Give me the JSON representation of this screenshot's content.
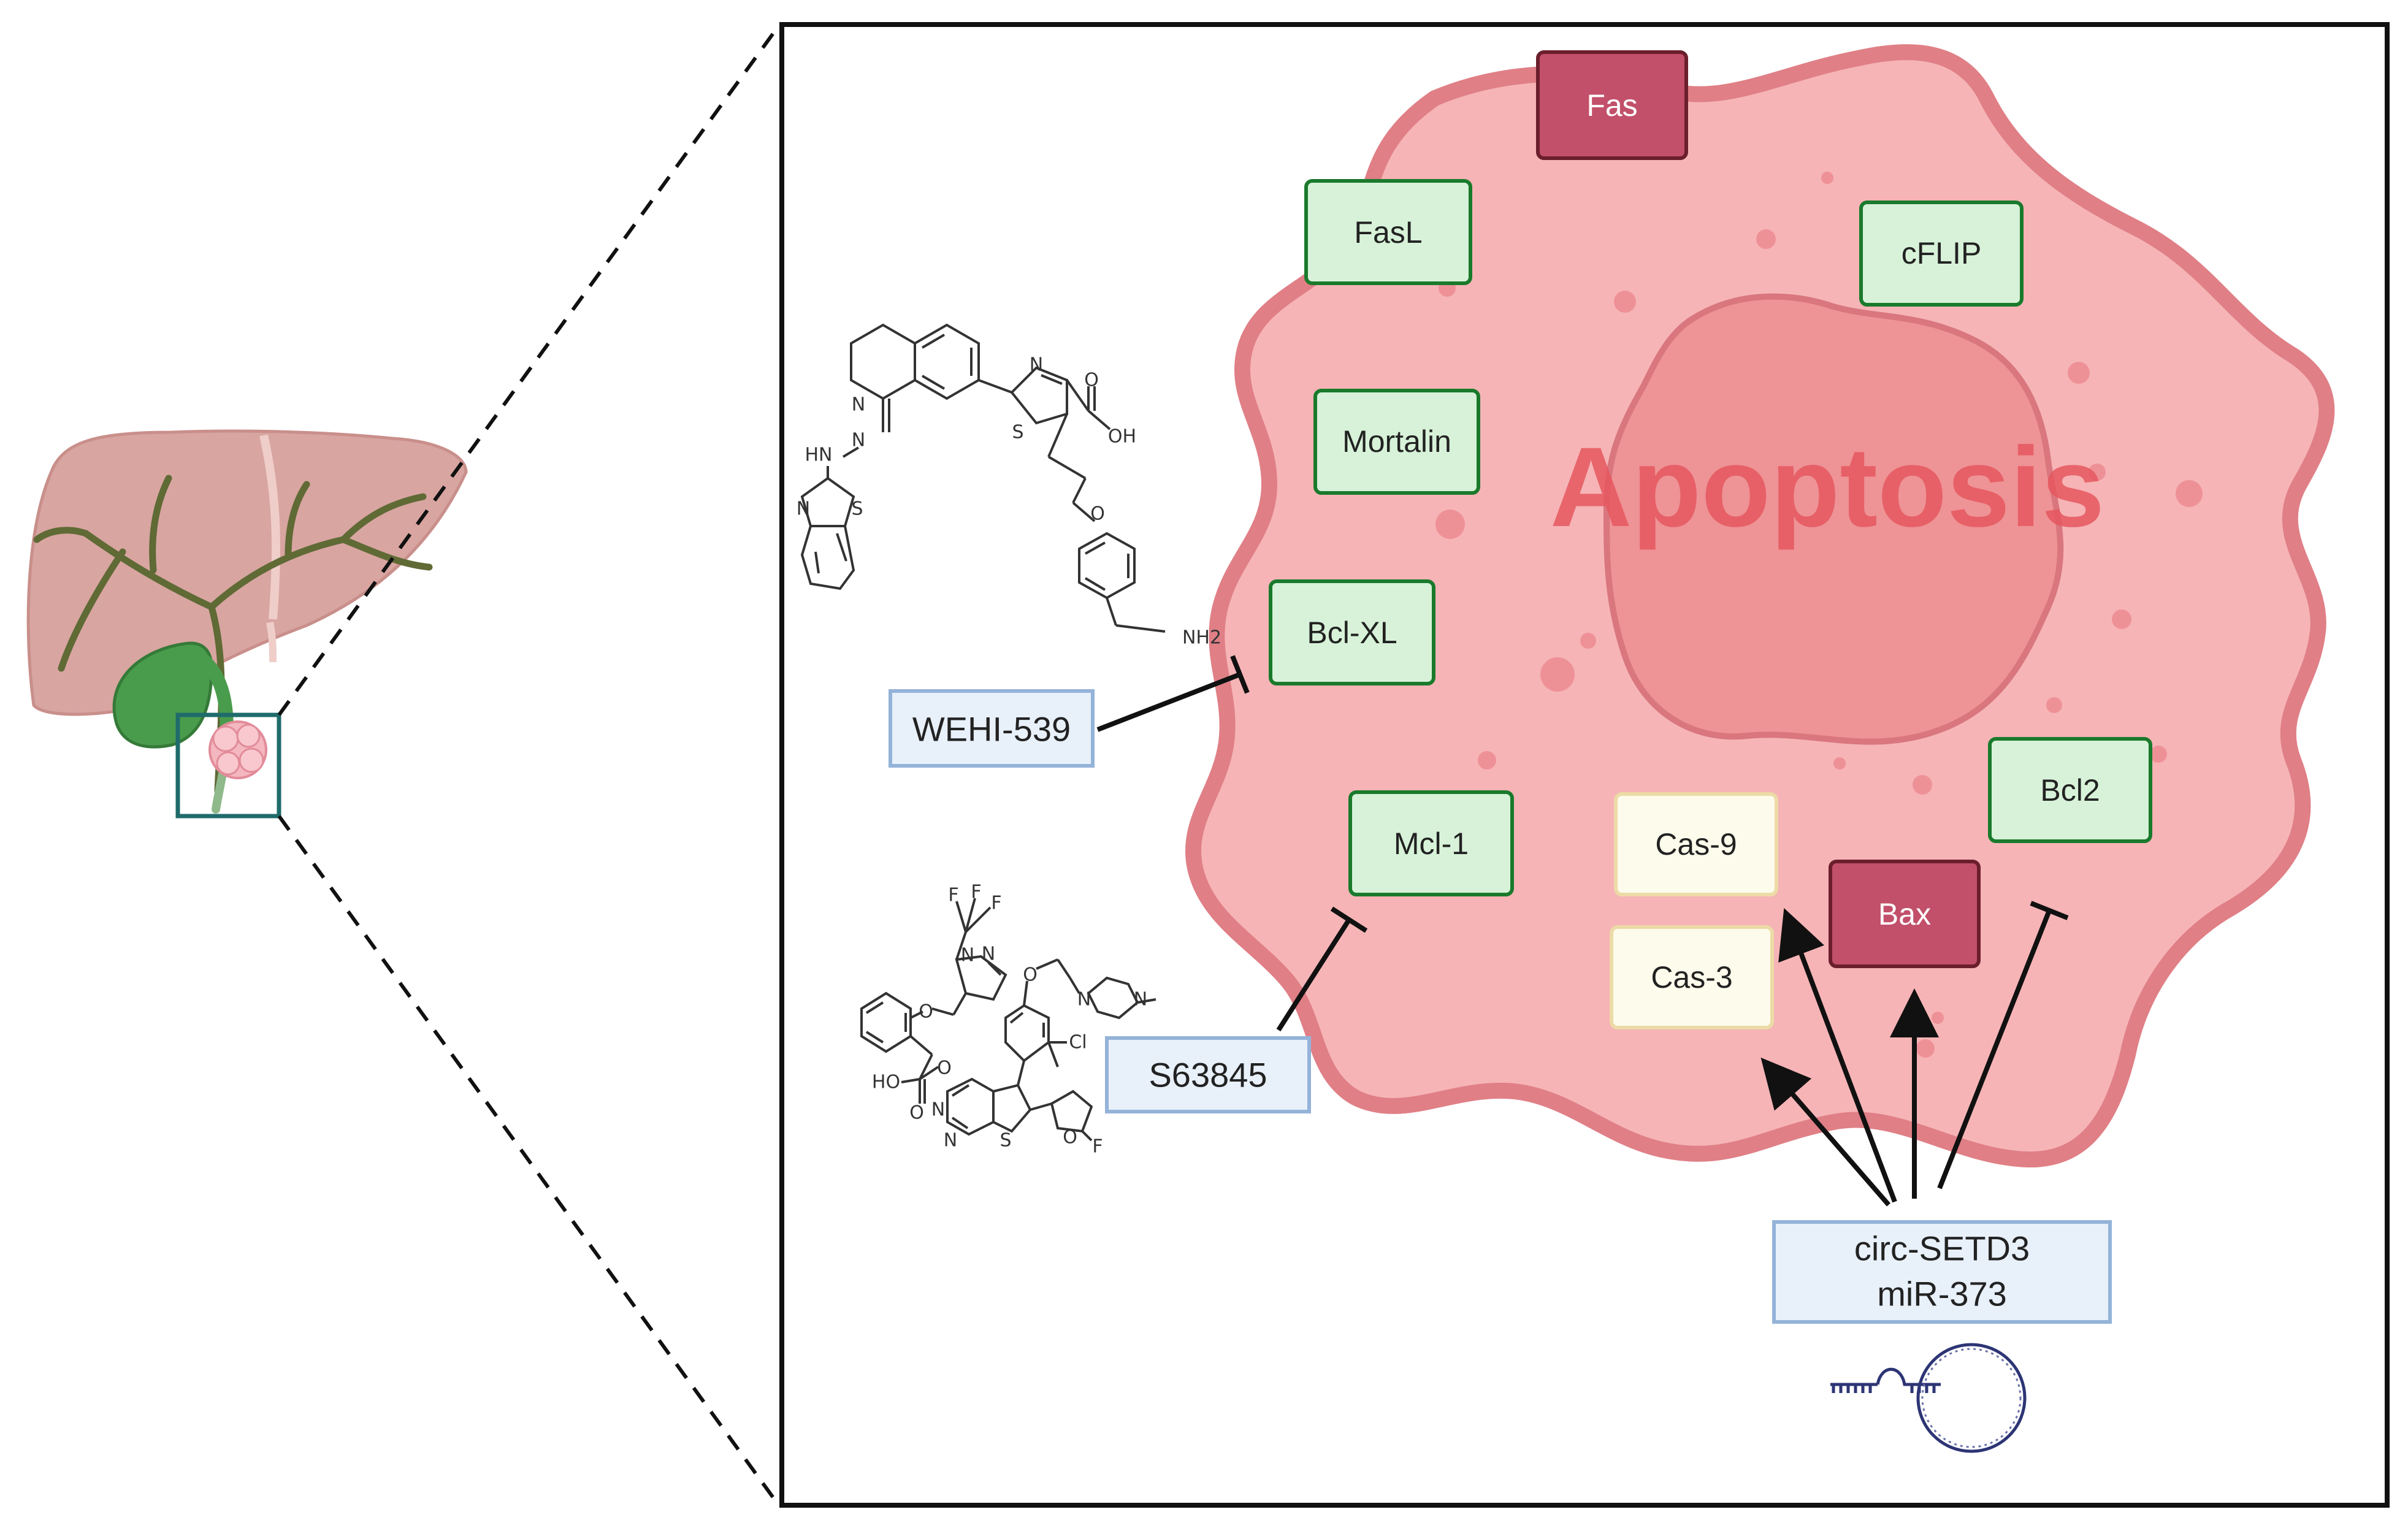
{
  "diagram": {
    "central_label": "Apoptosis",
    "proteins": {
      "fas": "Fas",
      "fasl": "FasL",
      "cflip": "cFLIP",
      "mortalin": "Mortalin",
      "bclxl": "Bcl-XL",
      "mcl1": "Mcl-1",
      "cas9": "Cas-9",
      "cas3": "Cas-3",
      "bax": "Bax",
      "bcl2": "Bcl2"
    },
    "inhibitors": {
      "wehi": "WEHI-539",
      "s63845": "S63845"
    },
    "regulators": {
      "line1": "circ-SETD3",
      "line2": "miR-373"
    },
    "wehi_structure_atoms": {
      "n_upper": "N",
      "n_hydrazone": "N",
      "hn": "HN",
      "n_btz": "N",
      "s_btz": "S",
      "n_thz": "N",
      "s_thz": "S",
      "o_carbonyl": "O",
      "oh": "OH",
      "o_ether": "O",
      "nh2": "NH2"
    },
    "s63845_structure_atoms": {
      "f1": "F",
      "f2": "F",
      "f3": "F",
      "n_pz1": "N",
      "n_pz2": "N",
      "o1": "O",
      "o2": "O",
      "n_pip1": "N",
      "n_pip2": "N",
      "cl": "Cl",
      "ho": "HO",
      "o3": "O",
      "o4": "O",
      "n_pyr1": "N",
      "n_pyr2": "N",
      "s_thio": "S",
      "o_furan": "O",
      "f_furan": "F"
    },
    "colors": {
      "cell_fill": "#f6b4b6",
      "cell_stroke": "#e07f86",
      "nucleus_fill": "#ee9396",
      "apoptosis_text": "#e5575f",
      "green_box_fill": "#d7f2d8",
      "green_box_stroke": "#1a7a2c",
      "red_box_fill": "#c2506a",
      "red_box_stroke": "#6b1e2c",
      "cream_box_fill": "#fdfbeb",
      "cream_box_stroke": "#ecdba6",
      "blue_box_fill": "#e8f0fa",
      "blue_box_stroke": "#94b3d9",
      "liver_fill": "#d8a5a1",
      "gallbladder_fill": "#4a9c4d",
      "bile_duct": "#5f6a35"
    },
    "icons": [
      "liver-icon",
      "gallbladder-icon",
      "tumor-icon",
      "rna-hairpin-icon",
      "circular-rna-icon"
    ]
  }
}
